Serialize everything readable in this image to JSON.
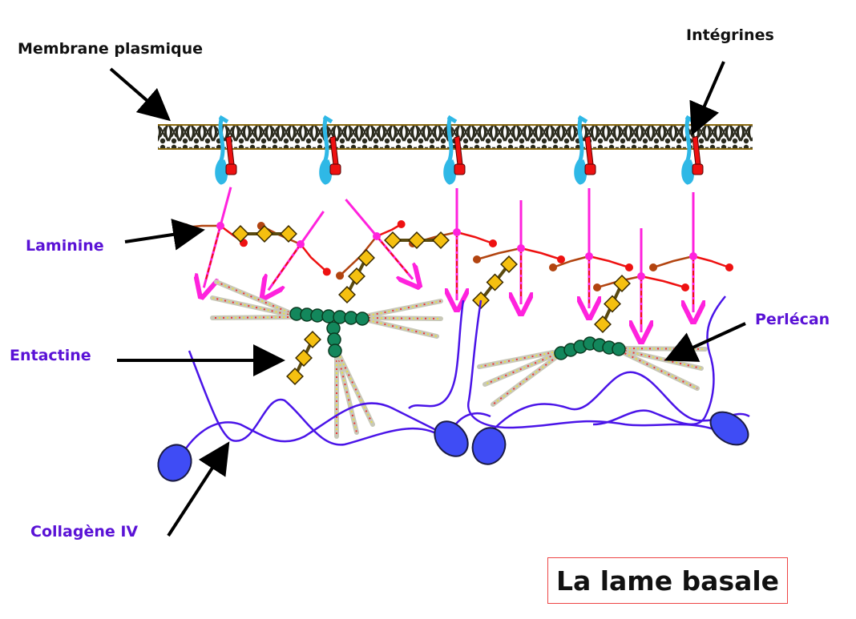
{
  "title": "La lame basale",
  "labels": {
    "membrane": "Membrane plasmique",
    "integrins": "Intégrines",
    "laminin": "Laminine",
    "entactin": "Entactine",
    "perlecan": "Perlécan",
    "collagen": "Collagène IV"
  },
  "colors": {
    "membrane": "#2b2b1e",
    "membrane_edge": "#8a6a10",
    "integrin_alpha": "#2fb8e6",
    "integrin_beta": "#ee1111",
    "laminin_long_arm": "#ff22dd",
    "laminin_red": "#ee1111",
    "laminin_brown": "#b24410",
    "entactin": "#f5c010",
    "perlecan_core": "#13875c",
    "perlecan_gag": "#c8c8b8",
    "collagen": "#4a14e8",
    "collagen_head": "#3f4cf5",
    "label_violet": "#5a12d6"
  },
  "integrin_count": 5
}
